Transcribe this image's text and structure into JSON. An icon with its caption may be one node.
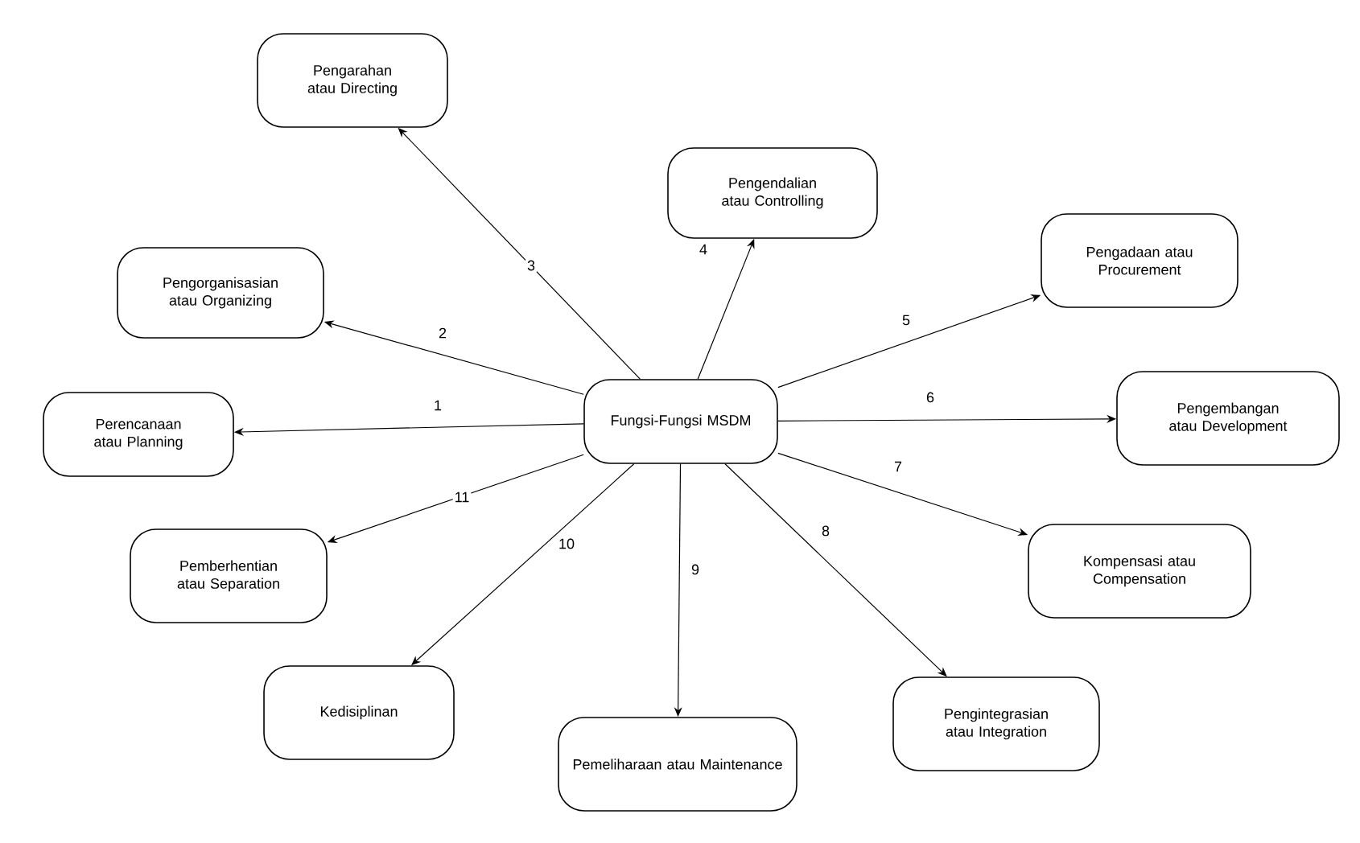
{
  "diagram": {
    "nodes": [
      {
        "text": [
          "Fungsi-Fungsi MSDM"
        ]
      },
      {
        "text": [
          "Perencanaan atau Planning"
        ]
      },
      {
        "text": [
          "Pengorganisasian atau Organizing"
        ]
      },
      {
        "text": [
          "Pengarahan atau Directing"
        ]
      },
      {
        "text": [
          "Pengendalian atau Controlling"
        ]
      },
      {
        "text": [
          "Pengadaan atau Procurement"
        ]
      },
      {
        "text": [
          "Pengembangan atau Development"
        ]
      },
      {
        "text": [
          "Kompensasi atau Compensation"
        ]
      },
      {
        "text": [
          "Pengintegrasian atau Integration"
        ]
      },
      {
        "text": [
          "Pemeliharaan atau Maintenance"
        ]
      },
      {
        "text": [
          "Kedisiplinan"
        ]
      },
      {
        "text": [
          "Pemberhentian atau Separation"
        ]
      }
    ],
    "edges": [
      {
        "from": 0,
        "to": 1,
        "arrow": "to",
        "label": "1"
      },
      {
        "from": 0,
        "to": 2,
        "arrow": "to",
        "label": "2"
      },
      {
        "from": 0,
        "to": 3,
        "arrow": "to",
        "label": "3"
      },
      {
        "from": 0,
        "to": 4,
        "arrow": "to",
        "label": "4"
      },
      {
        "from": 0,
        "to": 5,
        "arrow": "to",
        "label": "5"
      },
      {
        "from": 0,
        "to": 6,
        "arrow": "to",
        "label": "6"
      },
      {
        "from": 0,
        "to": 7,
        "arrow": "to",
        "label": "7"
      },
      {
        "from": 0,
        "to": 8,
        "arrow": "to",
        "label": "8"
      },
      {
        "from": 0,
        "to": 9,
        "arrow": "to",
        "label": "9"
      },
      {
        "from": 0,
        "to": 10,
        "arrow": "to",
        "label": "10"
      },
      {
        "from": 0,
        "to": 11,
        "arrow": "to",
        "label": "11"
      }
    ]
  }
}
